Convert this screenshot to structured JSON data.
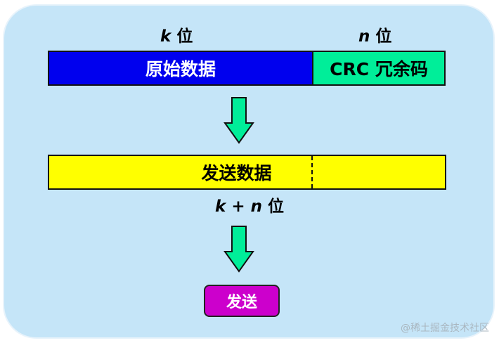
{
  "labels": {
    "k_var": "k",
    "k_unit": "位",
    "n_var": "n",
    "n_unit": "位",
    "kn_k": "k",
    "kn_plus": "+",
    "kn_n": "n",
    "kn_unit": "位"
  },
  "top_bar": {
    "original_data": "原始数据",
    "crc_redundancy": "CRC 冗余码"
  },
  "bottom_bar": {
    "send_data": "发送数据"
  },
  "send_button": "发送",
  "watermark": "@稀土掘金技术社区",
  "colors": {
    "panel": "#c5e5f8",
    "original_data_fill": "#0000ee",
    "crc_fill": "#00ee99",
    "send_data_fill": "#ffff00",
    "arrow_fill": "#00ee99",
    "send_button_fill": "#cc00cc"
  }
}
